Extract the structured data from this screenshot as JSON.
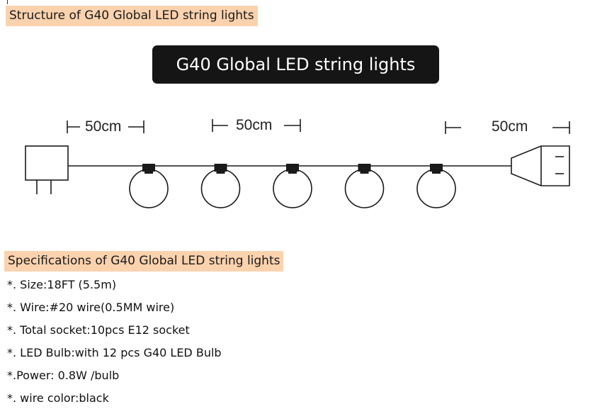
{
  "structure_title": "Structure of  G40 Global LED string lights",
  "banner_title": "G40 Global LED string lights",
  "dimensions": [
    "50cm",
    "50cm",
    "50cm"
  ],
  "specs_title": "Specifications of G40 Global LED string lights",
  "specs": [
    "*. Size:18FT (5.5m)",
    "*. Wire:#20 wire(0.5MM wire)",
    "*. Total socket:10pcs E12 socket",
    "*. LED Bulb:with 12 pcs G40 LED Bulb",
    "*.Power: 0.8W /bulb",
    "*. wire color:black"
  ],
  "diagram": {
    "bulb_count": 5,
    "line_color": "#1a1a1a",
    "components": [
      "plug",
      "bulb",
      "end-connector"
    ]
  }
}
